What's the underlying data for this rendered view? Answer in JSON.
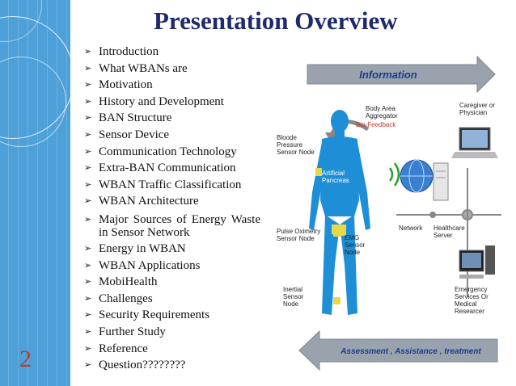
{
  "slide": {
    "title": "Presentation Overview",
    "page_number": "2"
  },
  "agenda": {
    "bullet_glyph": "➢",
    "items": [
      {
        "label": "Introduction"
      },
      {
        "label": "What WBANs are"
      },
      {
        "label": "Motivation"
      },
      {
        "label": "History and Development"
      },
      {
        "label": "BAN Structure"
      },
      {
        "label": "Sensor Device"
      },
      {
        "label": "Communication Technology"
      },
      {
        "label": "Extra-BAN Communication"
      },
      {
        "label": "WBAN Traffic Classification"
      },
      {
        "label": "WBAN Architecture"
      },
      {
        "label": "Major Sources of Energy Waste in Sensor Network"
      },
      {
        "label": "Energy in WBAN"
      },
      {
        "label": "WBAN Applications"
      },
      {
        "label": "MobiHealth"
      },
      {
        "label": "Challenges"
      },
      {
        "label": "Security Requirements"
      },
      {
        "label": "Further Study"
      },
      {
        "label": "Reference"
      },
      {
        "label": "Question????????"
      }
    ]
  },
  "figure": {
    "top_arrow": "Information",
    "bottom_arrow": "Assessment , Assistance , treatment",
    "labels": {
      "body_area_aggregator": "Body Area Aggregator",
      "bio_feedback": "Bio-Feedback",
      "caregiver": "Caregiver or Physician",
      "blood_pressure": "Bloode Pressure Sensor Node",
      "artificial_pancreas": "Artificial Pancreas",
      "pulse_oximetry": "Pulse Oximetry Sensor Node",
      "emg": "EMG Sensor Node",
      "inertial": "Inertial Sensor Node",
      "network": "Network",
      "healthcare_server": "Healthcare Server",
      "emergency": "Emergency Services Or Medical Researcer"
    },
    "colors": {
      "arrow_fill": "#9aa3ad",
      "arrow_text": "#1b3a8c",
      "body": "#1e8fd6",
      "sensor": "#e6d84a"
    }
  },
  "theme": {
    "sidebar": "#4da0d8",
    "title_color": "#1f2a6b",
    "page_number_color": "#c0392b"
  }
}
